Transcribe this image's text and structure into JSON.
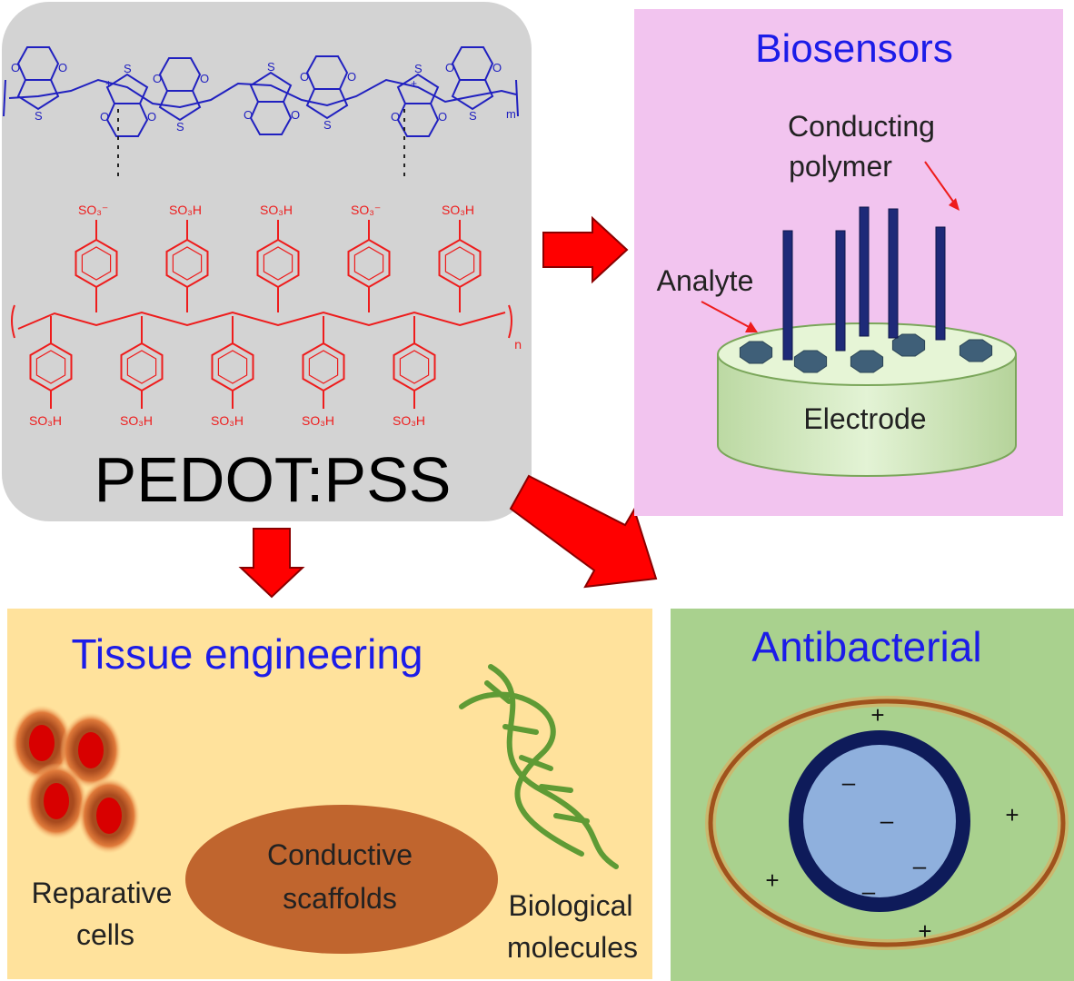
{
  "colors": {
    "pedot_panel": "#d3d3d3",
    "biosensors_panel": "#f2c4ef",
    "tissue_panel": "#ffe29c",
    "antibacterial_panel": "#a9d18e",
    "pedot_structure": "#2020c0",
    "pss_structure": "#ee1c1c",
    "arrow": "#ff0000",
    "title_blue": "#1c1ce8",
    "electrode": "#d9efc4",
    "scaffold": "#c0652e",
    "dna": "#5f9b35",
    "cell_outer": "#0e1b5a",
    "cell_inner": "#8fb0dd"
  },
  "pedot_pss": {
    "label": "PEDOT:PSS",
    "pedot_sulfur": "S",
    "pedot_oxygen": "O",
    "pedot_repeat": "m",
    "pss_repeat": "n",
    "sulfonate_anion": "SO₃⁻",
    "sulfonic_acid": "SO₃H",
    "charge_plus": "+"
  },
  "biosensors": {
    "title": "Biosensors",
    "polymer_label_line1": "Conducting",
    "polymer_label_line2": "polymer",
    "analyte_label": "Analyte",
    "electrode_label": "Electrode"
  },
  "tissue": {
    "title": "Tissue engineering",
    "cells_label_line1": "Reparative",
    "cells_label_line2": "cells",
    "scaffold_label_line1": "Conductive",
    "scaffold_label_line2": "scaffolds",
    "molecules_label_line1": "Biological",
    "molecules_label_line2": "molecules"
  },
  "antibacterial": {
    "title": "Antibacterial",
    "positive": "+",
    "negative": "–"
  }
}
